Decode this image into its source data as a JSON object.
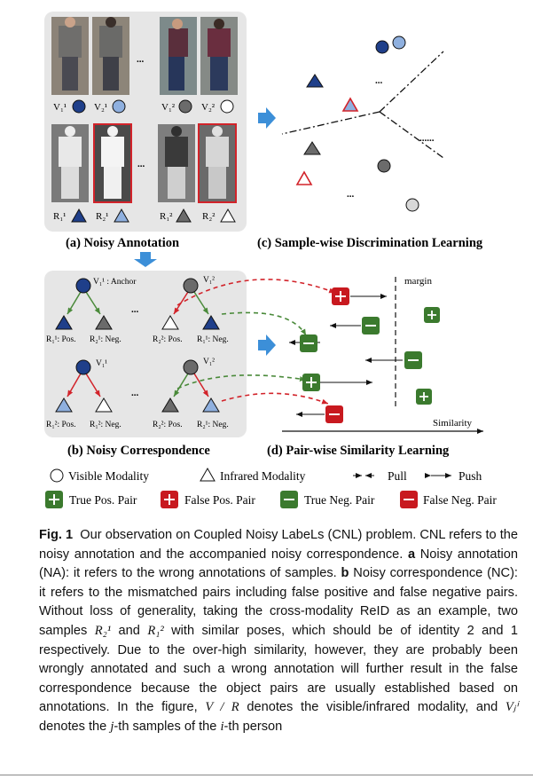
{
  "panels": {
    "a": "(a) Noisy Annotation",
    "b": "(b) Noisy Correspondence",
    "c": "(c) Sample-wise Discrimination Learning",
    "d": "(d) Pair-wise Similarity Learning"
  },
  "sample_labels": {
    "v11": "V₁¹",
    "v21": "V₂¹",
    "v12": "V₁²",
    "v22": "V₂²",
    "r11": "R₁¹",
    "r21": "R₂¹",
    "r12": "R₁²",
    "r22": "R₂²"
  },
  "panel_b": {
    "anchor": "V₁¹ : Anchor",
    "v12": "V₁²",
    "v11": "V₁¹",
    "r11_pos": "R₁¹: Pos.",
    "r21_neg": "R₂¹: Neg.",
    "r22_pos": "R₂²: Pos.",
    "r11_neg": "R₁¹: Neg.",
    "r12_pos": "R₁²: Pos.",
    "r12_neg": "R₁²: Neg.",
    "r22_pos2": "R₂²: Pos.",
    "r21_neg2": "R₂¹: Neg."
  },
  "panel_d": {
    "margin": "margin",
    "similarity": "Similarity"
  },
  "ellipsis": "...",
  "ellipsis_long": "......",
  "legend": {
    "visible": "Visible Modality",
    "infrared": "Infrared Modality",
    "pull": "Pull",
    "push": "Push",
    "true_pos": "True Pos. Pair",
    "false_pos": "False Pos. Pair",
    "true_neg": "True Neg. Pair",
    "false_neg": "False Neg. Pair"
  },
  "colors": {
    "dark_blue": "#1f3f8a",
    "light_blue": "#8fb0df",
    "dark_gray": "#6b6b6b",
    "light_gray": "#d8d8d8",
    "red": "#c8191f",
    "green": "#3b7a2e",
    "arrow_blue": "#3c8fd8",
    "panel_bg": "#e6e6e6"
  },
  "caption": {
    "fig": "Fig. 1",
    "p1": "Our observation on Coupled Noisy LabeLs (CNL) problem. CNL refers to the noisy annotation and the accompanied noisy correspondence. ",
    "a_bold": "a",
    "p2": " Noisy annotation (NA): it refers to the wrong annotations of samples. ",
    "b_bold": "b",
    "p3": " Noisy correspondence (NC): it refers to the mismatched pairs including false positive and false negative pairs. Without loss of generality, taking the cross-modality ReID as an example, two samples ",
    "r21": "R₂¹",
    "and": " and ",
    "r12": "R₁²",
    "p4": " with similar poses, which should be of identity 2 and 1 respectively. Due to the over-high similarity, however, they are probably been wrongly annotated and such a wrong annotation will further result in the false correspondence because the object pairs are usually established based on annotations. In the figure, ",
    "vr": "V / R",
    "p5": " denotes the visible/infrared modality, and ",
    "vji": "Vⱼⁱ",
    "p6": " denotes the ",
    "j": "j",
    "p7": "-th samples of the ",
    "i": "i",
    "p8": "-th person"
  }
}
